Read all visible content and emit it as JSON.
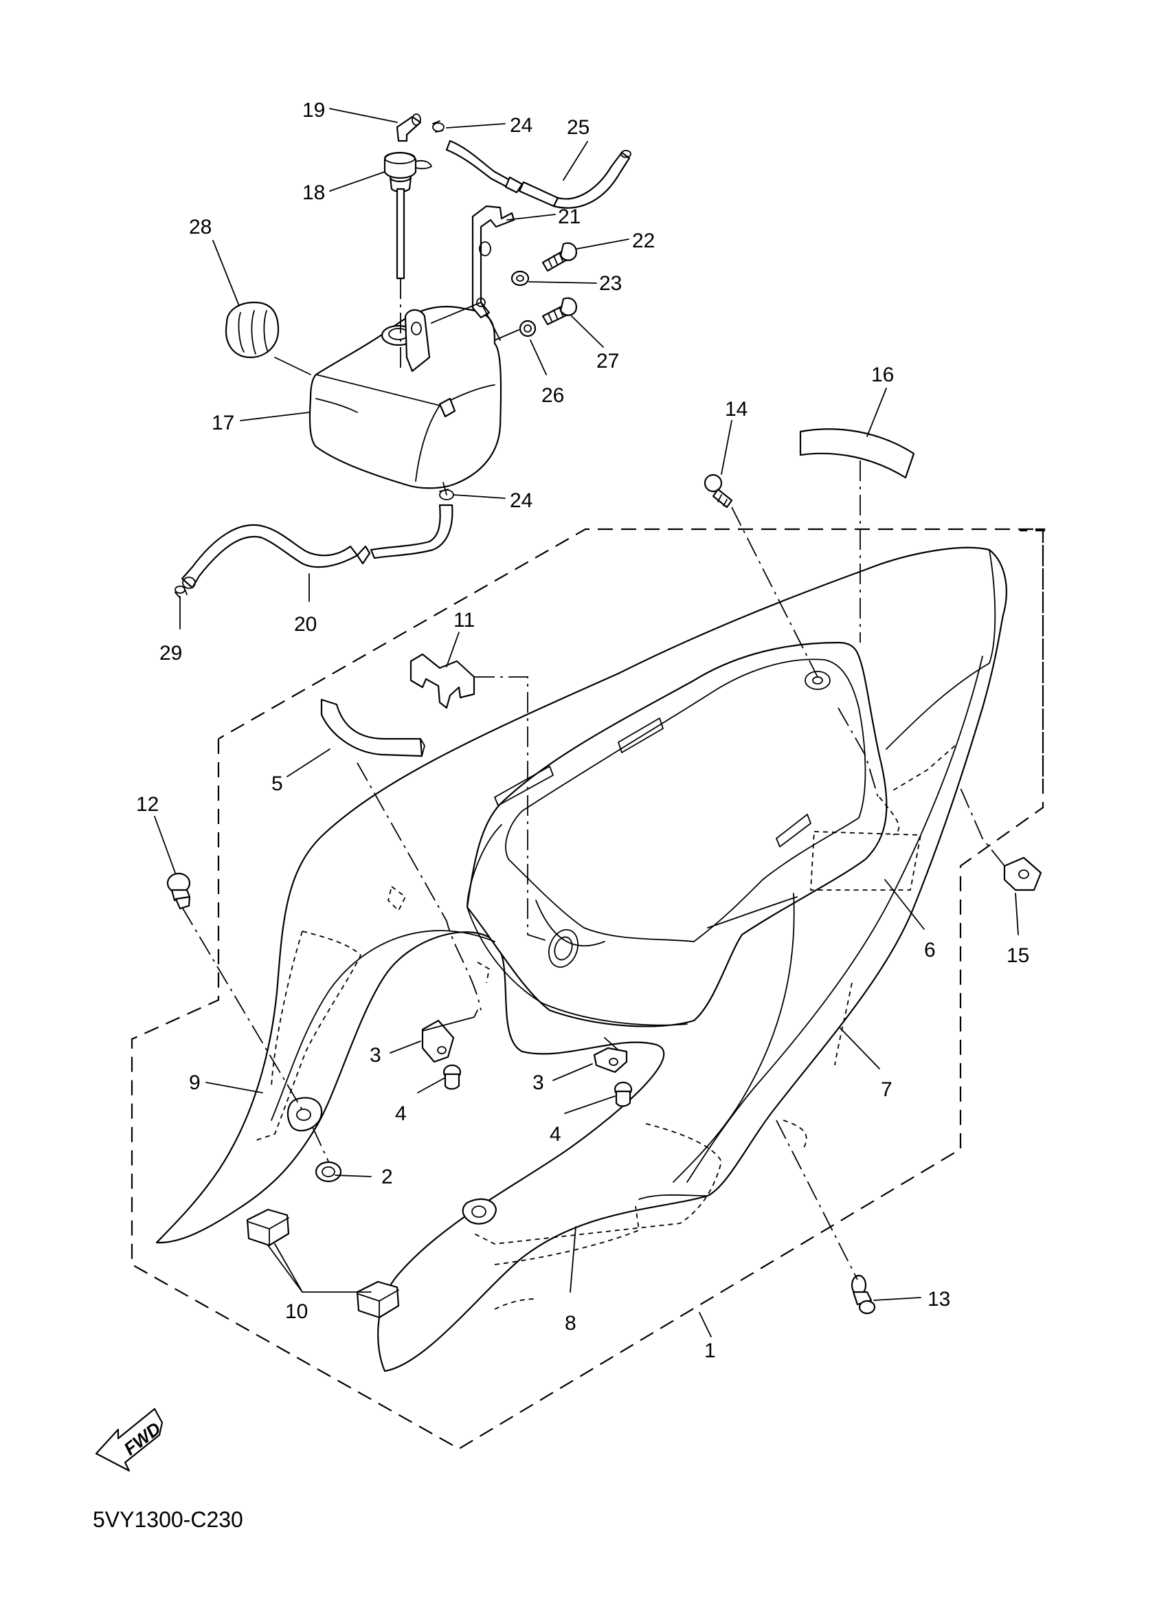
{
  "callouts": [
    {
      "id": "c1",
      "text": "1"
    },
    {
      "id": "c2",
      "text": "2"
    },
    {
      "id": "c3a",
      "text": "3"
    },
    {
      "id": "c3b",
      "text": "3"
    },
    {
      "id": "c4a",
      "text": "4"
    },
    {
      "id": "c4b",
      "text": "4"
    },
    {
      "id": "c5",
      "text": "5"
    },
    {
      "id": "c6",
      "text": "6"
    },
    {
      "id": "c7",
      "text": "7"
    },
    {
      "id": "c8",
      "text": "8"
    },
    {
      "id": "c9",
      "text": "9"
    },
    {
      "id": "c10",
      "text": "10"
    },
    {
      "id": "c11",
      "text": "11"
    },
    {
      "id": "c12",
      "text": "12"
    },
    {
      "id": "c13",
      "text": "13"
    },
    {
      "id": "c14",
      "text": "14"
    },
    {
      "id": "c15",
      "text": "15"
    },
    {
      "id": "c16",
      "text": "16"
    },
    {
      "id": "c17",
      "text": "17"
    },
    {
      "id": "c18",
      "text": "18"
    },
    {
      "id": "c19",
      "text": "19"
    },
    {
      "id": "c20",
      "text": "20"
    },
    {
      "id": "c21",
      "text": "21"
    },
    {
      "id": "c22",
      "text": "22"
    },
    {
      "id": "c23",
      "text": "23"
    },
    {
      "id": "c24a",
      "text": "24"
    },
    {
      "id": "c24b",
      "text": "24"
    },
    {
      "id": "c25",
      "text": "25"
    },
    {
      "id": "c26",
      "text": "26"
    },
    {
      "id": "c27",
      "text": "27"
    },
    {
      "id": "c28",
      "text": "28"
    },
    {
      "id": "c29",
      "text": "29"
    }
  ],
  "direction_indicator": {
    "text": "FWD",
    "icon": "fwd-arrow-icon"
  },
  "diagram_code": "5VY1300-C230"
}
